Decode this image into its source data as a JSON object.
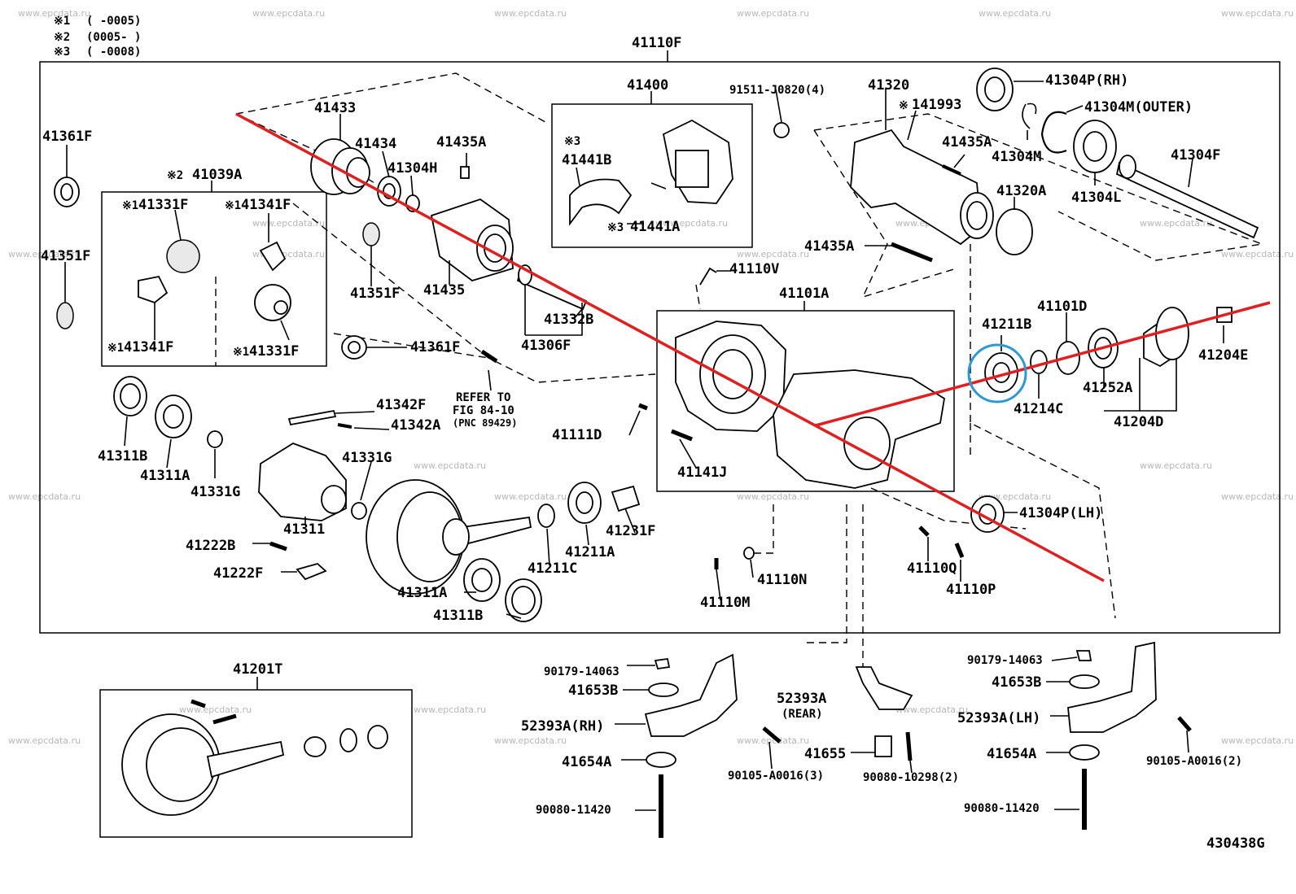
{
  "notes": [
    {
      "mark": "※1",
      "range": "(      -0005)"
    },
    {
      "mark": "※2",
      "range": "(0005-      )"
    },
    {
      "mark": "※3",
      "range": "(      -0008)"
    }
  ],
  "watermark": "www.epcdata.ru",
  "figure_number": "430438G",
  "groups": {
    "g41110F": "41110F",
    "g41400": "41400",
    "g41039A": "41039A",
    "g41101A": "41101A",
    "g41201T": "41201T",
    "g41320": "41320"
  },
  "refer": {
    "line1": "REFER TO",
    "line2": "FIG 84-10",
    "line3": "(PNC 89429)"
  },
  "parts": {
    "p41361F_a": "41361F",
    "p41351F_a": "41351F",
    "p41433": "41433",
    "p41434": "41434",
    "p41304H": "41304H",
    "p41435A_a": "41435A",
    "p41331F_a": "41331F",
    "p41341F_a": "41341F",
    "p41341F_b": "41341F",
    "p41331F_b": "41331F",
    "p41351F_b": "41351F",
    "p41435": "41435",
    "p41361F_b": "41361F",
    "p41332B": "41332B",
    "p41306F": "41306F",
    "p41441B": "41441B",
    "p41441A": "41441A",
    "p91511": "91511-J0820(4)",
    "p141993": "141993",
    "p41435A_b": "41435A",
    "p41304P_RH": "41304P(RH)",
    "p41304M_OUTER": "41304M(OUTER)",
    "p41304M": "41304M",
    "p41304L": "41304L",
    "p41304F": "41304F",
    "p41320A": "41320A",
    "p41435A_c": "41435A",
    "p41110V": "41110V",
    "p41211B": "41211B",
    "p41101D": "41101D",
    "p41204E": "41204E",
    "p41214C": "41214C",
    "p41252A": "41252A",
    "p41204D": "41204D",
    "p41311B_a": "41311B",
    "p41311A_a": "41311A",
    "p41331G_a": "41331G",
    "p41342F": "41342F",
    "p41342A": "41342A",
    "p41331G_b": "41331G",
    "p41311": "41311",
    "p41111D": "41111D",
    "p41141J": "41141J",
    "p41222B": "41222B",
    "p41222F": "41222F",
    "p41231F": "41231F",
    "p41211A": "41211A",
    "p41211C": "41211C",
    "p41311A_b": "41311A",
    "p41311B_b": "41311B",
    "p41304P_LH": "41304P(LH)",
    "p41110Q": "41110Q",
    "p41110P": "41110P",
    "p41110N": "41110N",
    "p41110M": "41110M",
    "p90179_a": "90179-14063",
    "p41653B_a": "41653B",
    "p52393A_RH": "52393A(RH)",
    "p41654A_a": "41654A",
    "p90080_a": "90080-11420",
    "p52393A": "52393A",
    "p52393A_REAR": "(REAR)",
    "p90105_a": "90105-A0016(3)",
    "p41655": "41655",
    "p90080_10298": "90080-10298(2)",
    "p90179_b": "90179-14063",
    "p41653B_b": "41653B",
    "p52393A_LH": "52393A(LH)",
    "p41654A_b": "41654A",
    "p90105_b": "90105-A0016(2)",
    "p90080_b": "90080-11420"
  },
  "small_marks": {
    "m3a": "※3",
    "m3b": "※3",
    "m1a": "※1",
    "m1b": "※1",
    "m1c": "※1",
    "m1d": "※1",
    "m2": "※2",
    "m141993": "※"
  },
  "annotation_colors": {
    "strike_line": "#e02020",
    "highlight_circle": "#2a9ad6"
  }
}
